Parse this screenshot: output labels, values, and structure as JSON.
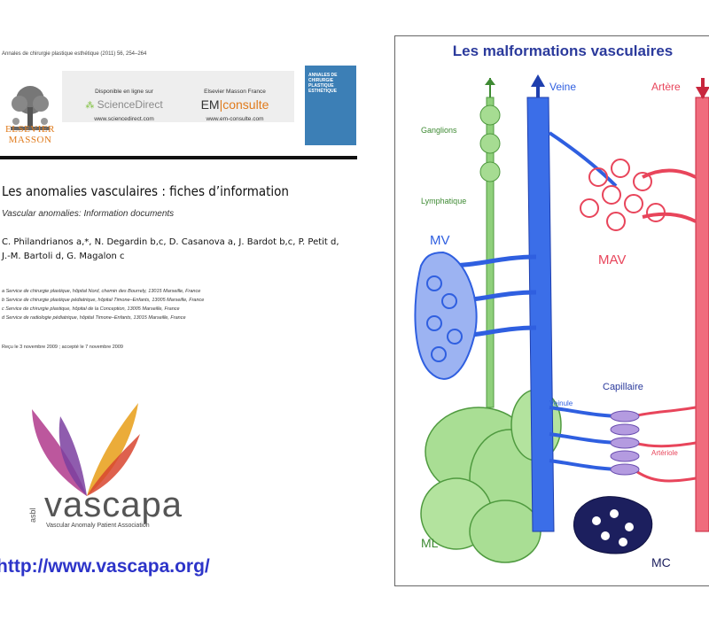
{
  "journal": {
    "citation": "Annales de chirurgie plastique esthétique (2011) 56, 254–264",
    "publisher_logo_line1": "ELSEVIER",
    "publisher_logo_line2": "MASSON",
    "sciencedirect": {
      "available": "Disponible en ligne sur",
      "name": "ScienceDirect",
      "url": "www.sciencedirect.com"
    },
    "emconsulte": {
      "publisher": "Elsevier Masson France",
      "name_em": "EM",
      "name_consulte": "consulte",
      "url": "www.em-consulte.com"
    },
    "cover_title": "ANNALES DE CHIRURGIE PLASTIQUE ESTHÉTIQUE"
  },
  "article": {
    "title": "Les anomalies vasculaires : fiches d’information",
    "subtitle": "Vascular anomalies: Information documents",
    "authors_line1": "C. Philandrianos a,*, N. Degardin b,c, D. Casanova a, J. Bardot b,c, P. Petit d,",
    "authors_line2": "J.-M. Bartoli d, G. Magalon c",
    "affiliations": [
      "a Service de chirurgie plastique, hôpital Nord, chemin des Bourrely, 13015 Marseille, France",
      "b Service de chirurgie plastique pédiatrique, hôpital Timone–Enfants, 13005 Marseille, France",
      "c Service de chirurgie plastique, hôpital de la Conception, 13005 Marseille, France",
      "d Service de radiologie pédiatrique, hôpital Timone–Enfants, 13015 Marseille, France"
    ],
    "received": "Reçu le 3 novembre 2009 ; accepté le 7 novembre 2009"
  },
  "vascapa": {
    "asbl": "asbl",
    "name": "vascapa",
    "tagline": "Vascular Anomaly Patient Association",
    "url": "http://www.vascapa.org/"
  },
  "diagram": {
    "title": "Les malformations vasculaires",
    "labels": {
      "veine": "Veine",
      "artere": "Artère",
      "ganglions": "Ganglions",
      "lymphatique": "Lymphatique",
      "mv": "MV",
      "mav": "MAV",
      "capillaire": "Capillaire",
      "veinule": "Veinule",
      "arteriole": "Artériole",
      "ml": "ML",
      "mc": "MC"
    },
    "colors": {
      "vein": "#2f5fe0",
      "artery": "#e8455b",
      "lymph": "#7cc36a",
      "mc": "#1c1f5e",
      "capillary": "#8b6fc7",
      "title": "#2b3a9c"
    }
  }
}
